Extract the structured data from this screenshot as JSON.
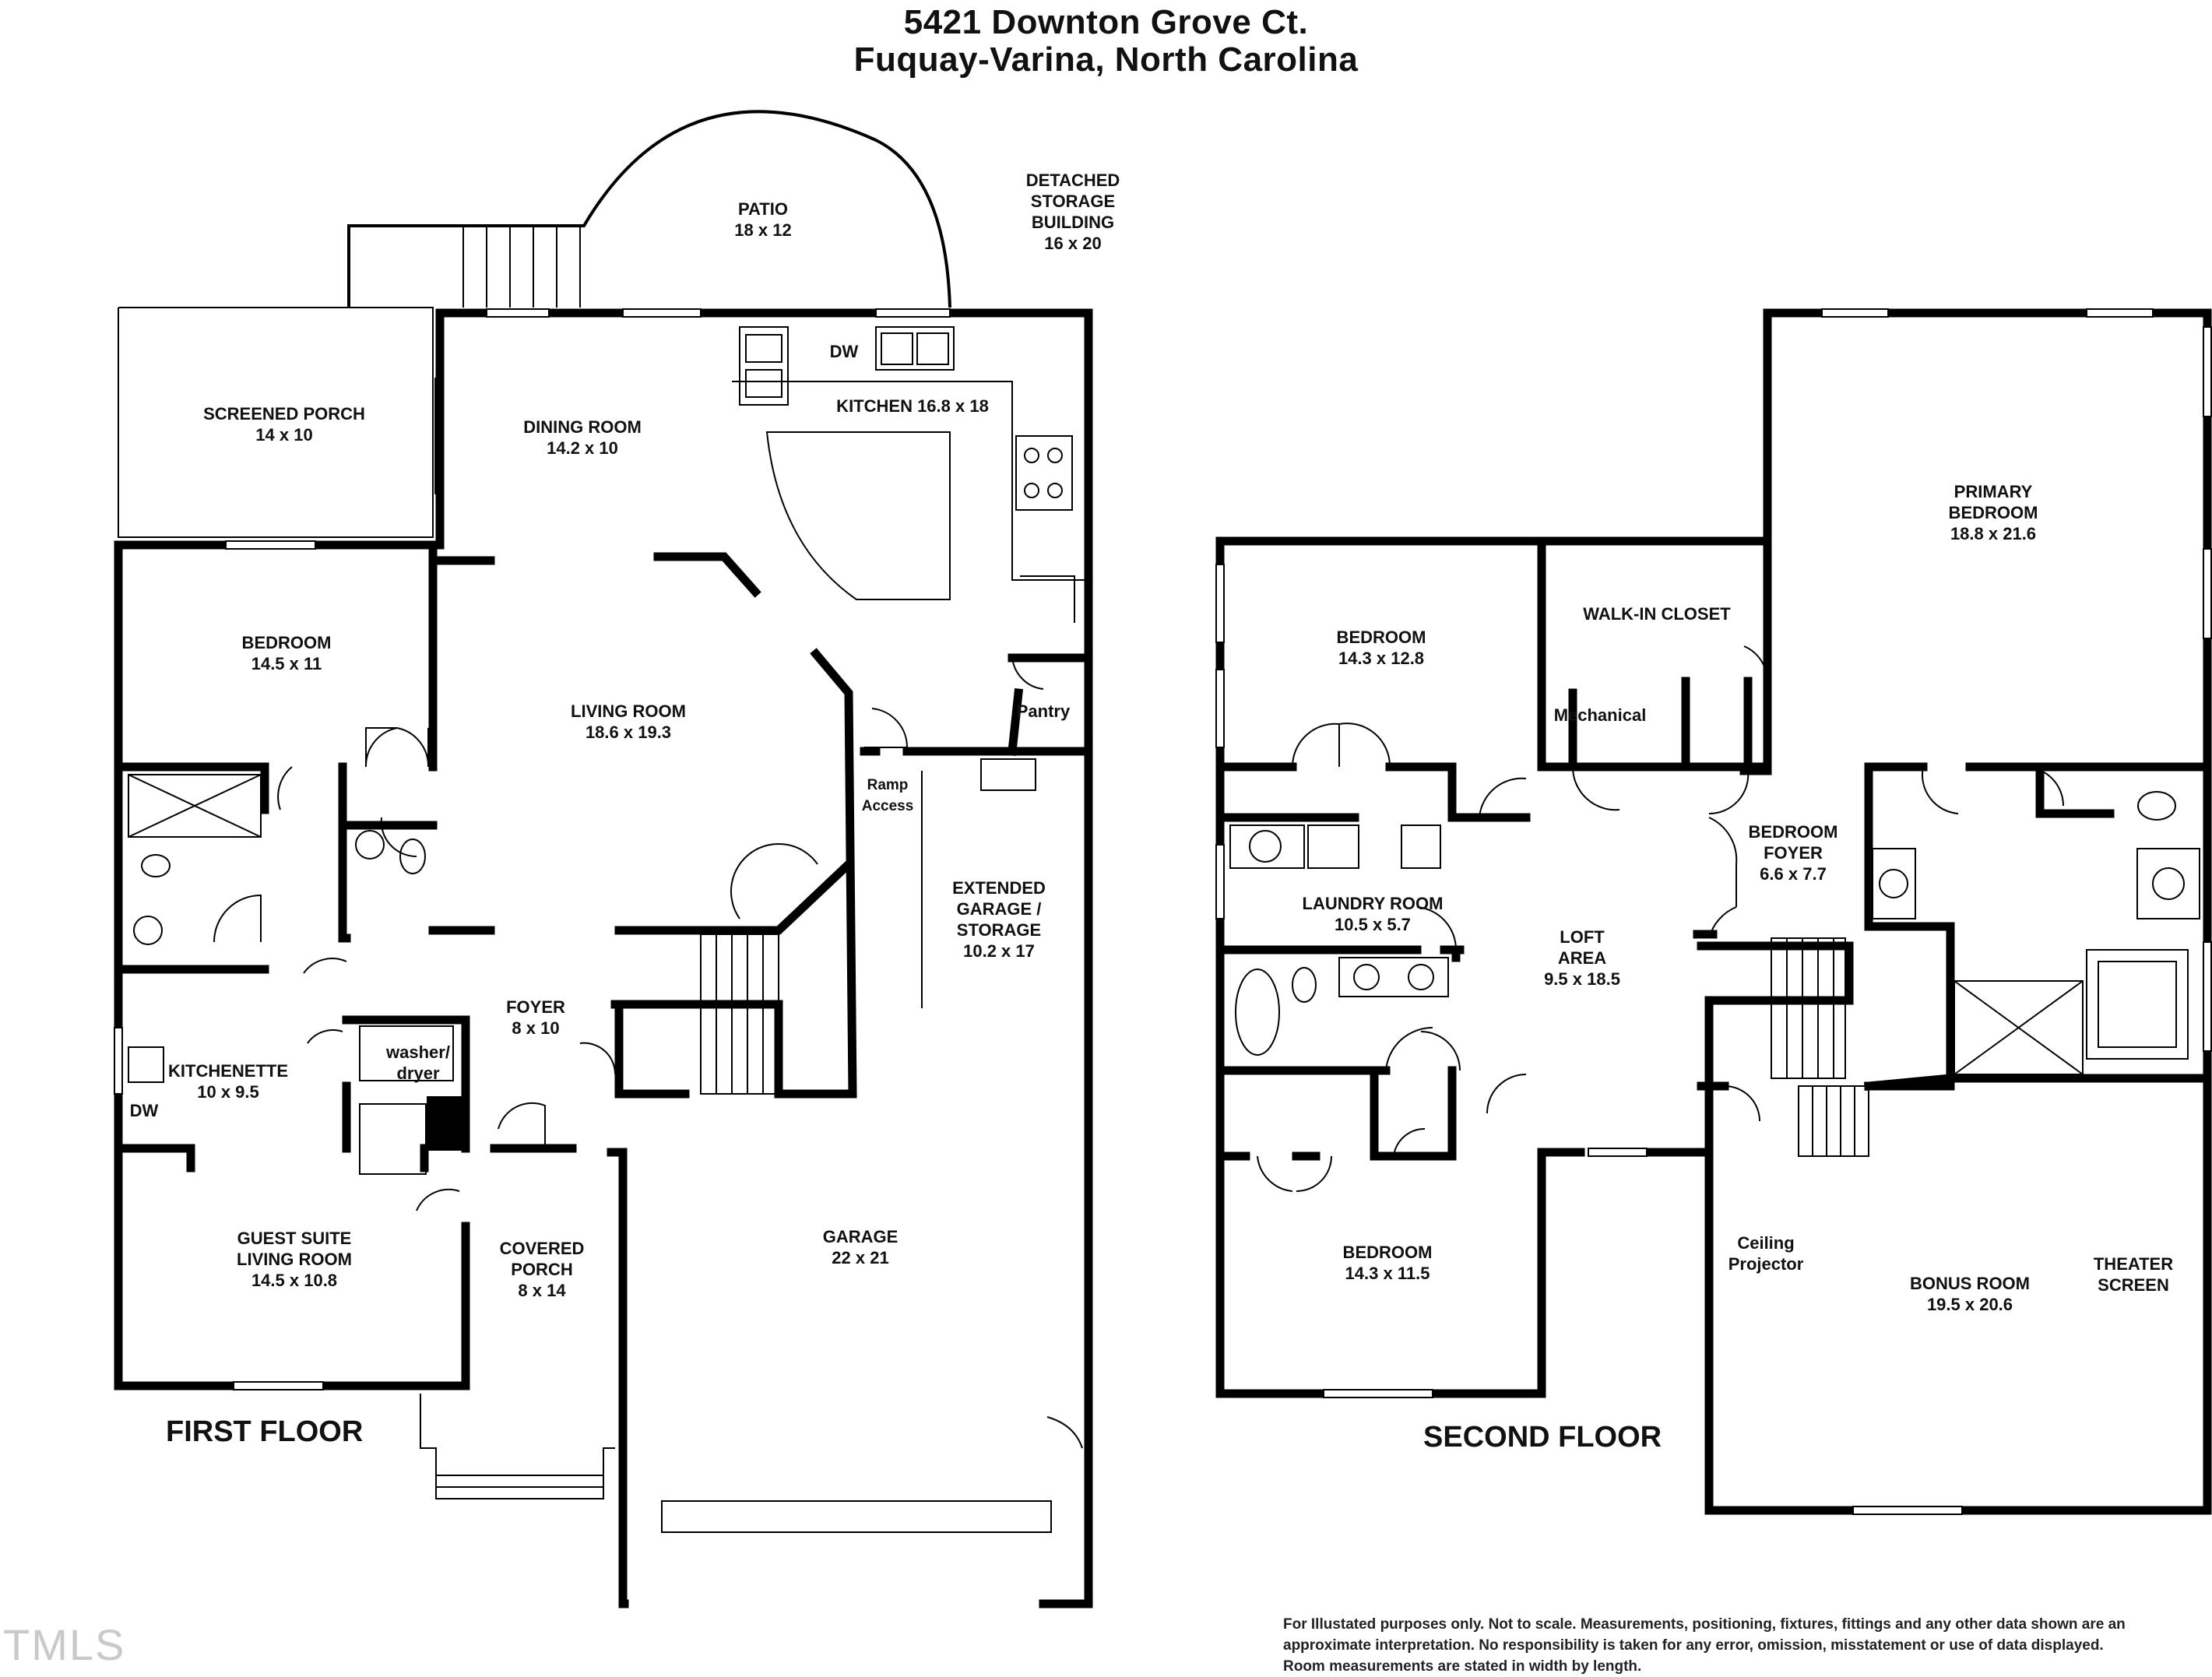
{
  "header": {
    "line1": "5421 Downton Grove Ct.",
    "line2": "Fuquay-Varina, North Carolina"
  },
  "first_floor": {
    "title": "FIRST FLOOR",
    "rooms": {
      "patio": [
        "PATIO",
        "18 x 12"
      ],
      "storage": [
        "DETACHED",
        "STORAGE",
        "BUILDING",
        "16 x 20"
      ],
      "screened": [
        "SCREENED PORCH",
        "14 x 10"
      ],
      "dining": [
        "DINING ROOM",
        "14.2 x 10"
      ],
      "kitchen": [
        "KITCHEN 16.8 x 18"
      ],
      "dw_kitchen": [
        "DW"
      ],
      "bedroom": [
        "BEDROOM",
        "14.5 x 11"
      ],
      "living": [
        "LIVING ROOM",
        "18.6 x 19.3"
      ],
      "pantry": [
        "Pantry"
      ],
      "ramp": [
        "Ramp",
        "Access"
      ],
      "ext_garage": [
        "EXTENDED",
        "GARAGE /",
        "STORAGE",
        "10.2 x 17"
      ],
      "foyer": [
        "FOYER",
        "8 x 10"
      ],
      "washer": [
        "washer/",
        "dryer"
      ],
      "kitchenette": [
        "KITCHENETTE",
        "10 x 9.5"
      ],
      "dw_kitchenette": [
        "DW"
      ],
      "garage": [
        "GARAGE",
        "22 x 21"
      ],
      "guest": [
        "GUEST SUITE",
        "LIVING ROOM",
        "14.5 x 10.8"
      ],
      "porch": [
        "COVERED",
        "PORCH",
        "8 x 14"
      ]
    }
  },
  "second_floor": {
    "title": "SECOND FLOOR",
    "rooms": {
      "primary": [
        "PRIMARY",
        "BEDROOM",
        "18.8 x 21.6"
      ],
      "bedroom1": [
        "BEDROOM",
        "14.3 x 12.8"
      ],
      "walkin": [
        "WALK-IN CLOSET"
      ],
      "mechanical": [
        "Mechanical"
      ],
      "laundry": [
        "LAUNDRY ROOM",
        "10.5 x 5.7"
      ],
      "bed_foyer": [
        "BEDROOM",
        "FOYER",
        "6.6 x 7.7"
      ],
      "loft": [
        "LOFT",
        "AREA",
        "9.5 x 18.5"
      ],
      "bedroom2": [
        "BEDROOM",
        "14.3 x 11.5"
      ],
      "projector": [
        "Ceiling",
        "Projector"
      ],
      "bonus": [
        "BONUS ROOM",
        "19.5 x 20.6"
      ],
      "theater": [
        "THEATER",
        "SCREEN"
      ]
    }
  },
  "disclaimer": [
    "For Illustated purposes only. Not to scale. Measurements, positioning, fixtures, fittings and any other data shown are an",
    "approximate interpretation. No responsibility is taken for any error, omission, misstatement or use of data displayed.",
    "Room measurements are stated in width by length."
  ],
  "logo_text": "TMLS",
  "icons": [
    "stair-icon",
    "door-swing-icon",
    "window-icon",
    "toilet-icon",
    "sink-icon",
    "range-icon",
    "oven-icon",
    "bathtub-icon",
    "shower-icon"
  ]
}
